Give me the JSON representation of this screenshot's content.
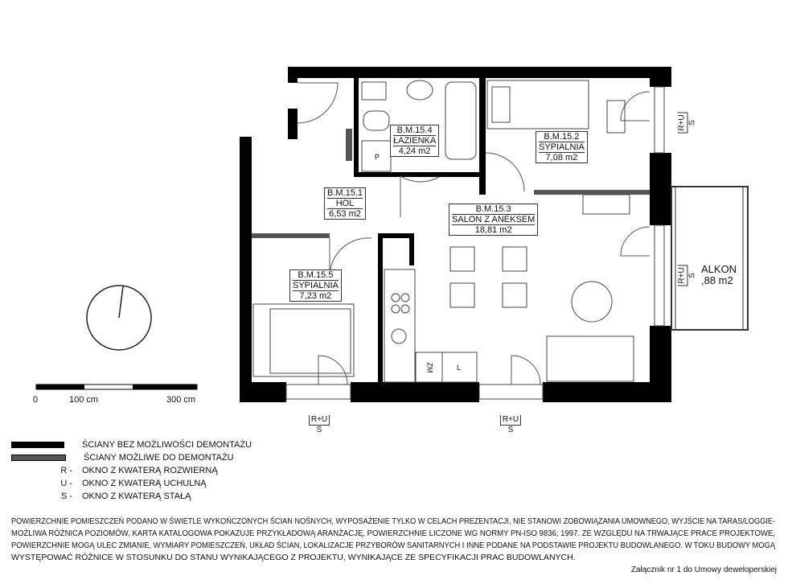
{
  "rooms": [
    {
      "code": "B.M.15.4",
      "name": "ŁAZIENKA",
      "area": "4,24 m2"
    },
    {
      "code": "B.M.15.2",
      "name": "SYPIALNIA",
      "area": "7,08 m2"
    },
    {
      "code": "B.M.15.1",
      "name": "HOL",
      "area": "6,53 m2"
    },
    {
      "code": "B.M.15.3",
      "name": "SALON Z ANEKSEM",
      "area": "18,81 m2"
    },
    {
      "code": "B.M.15.5",
      "name": "SYPIALNIA",
      "area": "7,23 m2"
    },
    {
      "name": "ALKON",
      "area": ",88 m2"
    }
  ],
  "fixtures": {
    "p": "P",
    "zm": "ZM",
    "l": "L"
  },
  "windows": [
    {
      "type": "R+U",
      "fixed": "S"
    },
    {
      "type": "R+U",
      "fixed": "S"
    },
    {
      "type": "R+U",
      "fixed": "S"
    },
    {
      "type": "R+U",
      "fixed": "S"
    }
  ],
  "scale": {
    "zero": "0",
    "mid": "100 cm",
    "end": "300 cm"
  },
  "legend": [
    {
      "text": "ŚCIANY BEZ MOŻLIWOŚCI DEMONTAŻU",
      "color": "#000000"
    },
    {
      "text": "ŚCIANY MOŻLIWE DO DEMONTAŻU",
      "color": "#555555"
    },
    {
      "key": "R -",
      "text": "OKNO Z KWATERĄ ROZWIERNĄ"
    },
    {
      "key": "U -",
      "text": "OKNO Z KWATERĄ UCHULNĄ"
    },
    {
      "key": "S -",
      "text": "OKNO Z KWATERĄ STAŁĄ"
    }
  ],
  "notes": [
    "POWIERZCHNIE POMIESZCZEŃ PODANO W ŚWIETLE WYKOŃCZONYCH ŚCIAN NOŚNYCH, WYPOSAŻENIE TYLKO W CELACH PREZENTACJI, NIE STANOWI ZOBOWIĄZANIA UMOWNEGO, WYJŚCIE NA TARAS/LOGGIE-",
    "MOŻLIWA RÓŻNICA POZIOMÓW, KARTA KATALOGOWA POKAZUJE PRZYKŁADOWĄ ARANŻACJĘ, POWIERZCHNIE LICZONE WG NORMY PN-ISO 9836; 1997. ZE WZGLĘDU NA TRWAJĄCE PRACE PROJEKTOWE,",
    "POWIERZCHNIE MOGĄ ULEC ZMIANIE, WYMIARY POMIESZCZEŃ, UKŁAD ŚCIAN, LOKALIZACJE PRZYBORÓW SANITARNYCH I INNE PODANE NA PODSTAWIE PROJEKTU BUDOWLANEGO. W TOKU BUDOWY MOGĄ",
    "WYSTĘPOWAĆ RÓŻNICE W STOSUNKU DO STANU WYNIKAJĄCEGO Z PROJEKTU, WYNIKAJĄCE ZE SPECYFIKACJI PRAC BUDOWLANYCH."
  ],
  "annex": "Załącznik nr 1 do Umowy deweloperskiej"
}
